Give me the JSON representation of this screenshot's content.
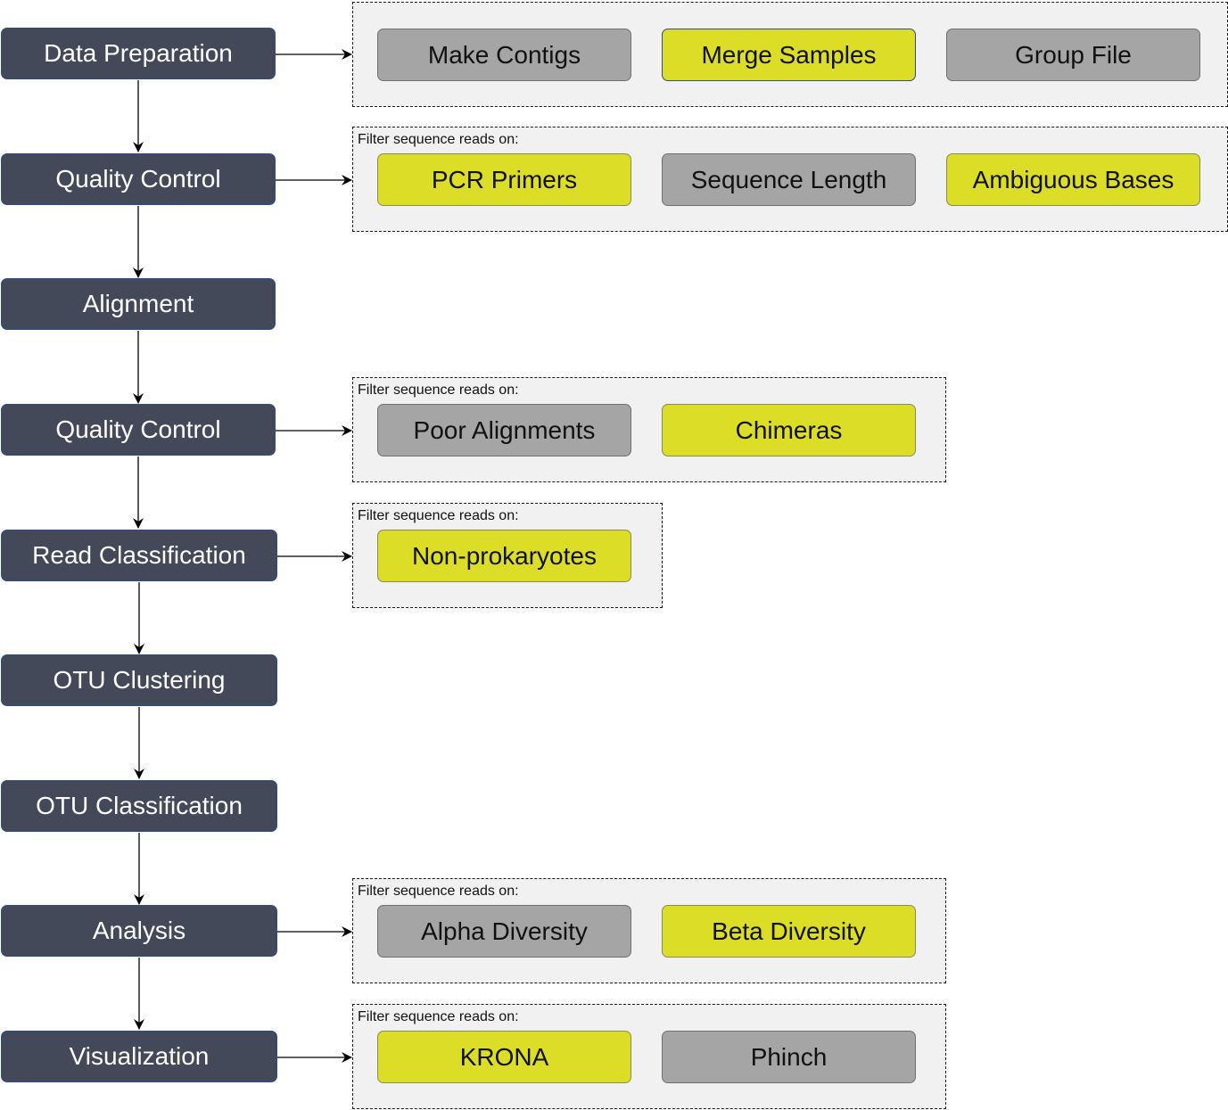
{
  "steps": [
    {
      "label": "Data Preparation"
    },
    {
      "label": "Quality Control"
    },
    {
      "label": "Alignment"
    },
    {
      "label": "Quality Control"
    },
    {
      "label": "Read Classification"
    },
    {
      "label": "OTU Clustering"
    },
    {
      "label": "OTU Classification"
    },
    {
      "label": "Analysis"
    },
    {
      "label": "Visualization"
    }
  ],
  "groups": {
    "data_preparation": {
      "caption": "",
      "items": [
        {
          "label": "Make Contigs",
          "color": "gray"
        },
        {
          "label": "Merge Samples",
          "color": "yellow"
        },
        {
          "label": "Group File",
          "color": "gray"
        }
      ]
    },
    "quality_control_1": {
      "caption": "Filter sequence reads on:",
      "items": [
        {
          "label": "PCR Primers",
          "color": "yellow"
        },
        {
          "label": "Sequence Length",
          "color": "gray"
        },
        {
          "label": "Ambiguous Bases",
          "color": "yellow"
        }
      ]
    },
    "quality_control_2": {
      "caption": "Filter sequence reads on:",
      "items": [
        {
          "label": "Poor Alignments",
          "color": "gray"
        },
        {
          "label": "Chimeras",
          "color": "yellow"
        }
      ]
    },
    "read_classification": {
      "caption": "Filter sequence reads on:",
      "items": [
        {
          "label": "Non-prokaryotes",
          "color": "yellow"
        }
      ]
    },
    "analysis": {
      "caption": "Filter sequence reads on:",
      "items": [
        {
          "label": "Alpha Diversity",
          "color": "gray"
        },
        {
          "label": "Beta Diversity",
          "color": "yellow"
        }
      ]
    },
    "visualization": {
      "caption": "Filter sequence reads on:",
      "items": [
        {
          "label": "KRONA",
          "color": "yellow"
        },
        {
          "label": "Phinch",
          "color": "gray"
        }
      ]
    }
  },
  "colors": {
    "step_fill": "#434959",
    "step_border": "#2e4d8c",
    "chip_gray": "#a5a5a5",
    "chip_yellow": "#dbdd26",
    "group_fill": "#f1f1f1"
  }
}
